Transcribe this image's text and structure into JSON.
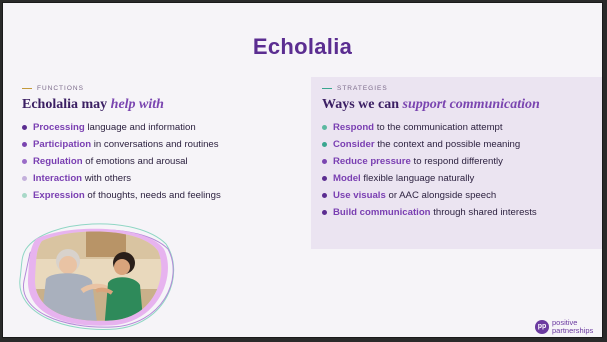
{
  "slide": {
    "title": "Echolalia"
  },
  "left": {
    "eyebrow": "FUNCTIONS",
    "heading_plain": "Echolalia may ",
    "heading_em": "help with",
    "items": [
      {
        "kw": "Processing",
        "rest": " language and information",
        "dot_color": "#5b2d91"
      },
      {
        "kw": "Participation",
        "rest": " in conversations and routines",
        "dot_color": "#7a45b0"
      },
      {
        "kw": "Regulation",
        "rest": " of emotions and arousal",
        "dot_color": "#9a6cc8"
      },
      {
        "kw": "Interaction",
        "rest": " with others",
        "dot_color": "#c4b0dc"
      },
      {
        "kw": "Expression",
        "rest": " of thoughts, needs and feelings",
        "dot_color": "#a8d8c8"
      }
    ]
  },
  "right": {
    "eyebrow": "STRATEGIES",
    "heading_plain": "Ways we can ",
    "heading_em": "support communication",
    "items": [
      {
        "kw": "Respond",
        "rest": " to the communication attempt",
        "dot_color": "#5bb8a0"
      },
      {
        "kw": "Consider",
        "rest": " the context and possible meaning",
        "dot_color": "#3aa68f"
      },
      {
        "kw": "Reduce pressure",
        "rest": " to respond differently",
        "dot_color": "#7a45b0"
      },
      {
        "kw": "Model",
        "rest": " flexible language naturally",
        "dot_color": "#5b2d91"
      },
      {
        "kw": "Use visuals",
        "rest": " or AAC alongside speech",
        "dot_color": "#5b2d91"
      },
      {
        "kw": "Build communication",
        "rest": " through shared interests",
        "dot_color": "#5b2d91"
      }
    ]
  },
  "logo": {
    "line1": "positive",
    "line2": "partnerships"
  },
  "colors": {
    "accent_purple": "#5b2d91",
    "light_panel": "#ebe4f1",
    "functions_dash": "#c39a3c",
    "strategies_dash": "#3aa68f"
  }
}
